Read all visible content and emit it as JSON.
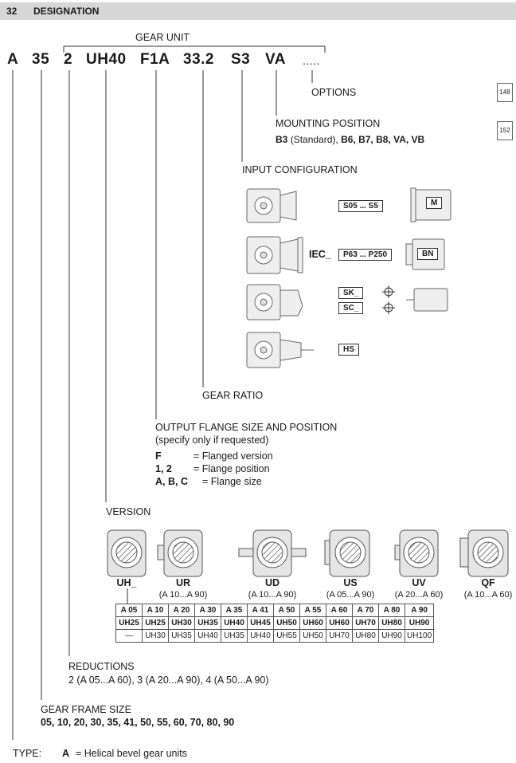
{
  "header": {
    "number": "32",
    "title": "DESIGNATION"
  },
  "gear_unit_label": "GEAR UNIT",
  "code": [
    "A",
    "35",
    "2",
    "UH40",
    "F1A",
    "33.2",
    "S3",
    "VA",
    "....."
  ],
  "options": {
    "label": "OPTIONS",
    "page_ref": "148"
  },
  "mounting": {
    "label": "MOUNTING POSITION",
    "page_ref": "152",
    "b3": "B3",
    "standard": "(Standard),",
    "rest": "B6, B7, B8, VA, VB"
  },
  "input_config": {
    "label": "INPUT CONFIGURATION",
    "rows": [
      {
        "prefix": "",
        "box": "S05 ... S5",
        "motor": "M"
      },
      {
        "prefix": "IEC_",
        "box": "P63 ... P250",
        "motor": "BN"
      },
      {
        "prefix": "",
        "box": "SK_",
        "motor": ""
      },
      {
        "prefix": "",
        "box": "SC_",
        "motor": ""
      },
      {
        "prefix": "",
        "box": "HS",
        "motor": ""
      }
    ]
  },
  "gear_ratio_label": "GEAR RATIO",
  "output_flange": {
    "label": "OUTPUT FLANGE SIZE AND POSITION",
    "note": "(specify only if requested)",
    "lines": [
      {
        "key": "F",
        "value": "= Flanged version"
      },
      {
        "key": "1, 2",
        "value": "= Flange position"
      },
      {
        "key": "A, B, C",
        "value": "= Flange size"
      }
    ]
  },
  "version": {
    "label": "VERSION",
    "types": [
      {
        "name": "UH_",
        "range": ""
      },
      {
        "name": "UR",
        "range": "(A 10...A 90)"
      },
      {
        "name": "UD",
        "range": "(A 10...A 90)"
      },
      {
        "name": "US",
        "range": "(A 05...A 90)"
      },
      {
        "name": "UV",
        "range": "(A 20...A 60)"
      },
      {
        "name": "QF",
        "range": "(A 10...A 60)"
      }
    ],
    "table": [
      [
        "A 05",
        "A 10",
        "A 20",
        "A 30",
        "A 35",
        "A 41",
        "A 50",
        "A 55",
        "A 60",
        "A 70",
        "A 80",
        "A 90"
      ],
      [
        "UH25",
        "UH25",
        "UH30",
        "UH35",
        "UH40",
        "UH45",
        "UH50",
        "UH60",
        "UH60",
        "UH70",
        "UH80",
        "UH90"
      ],
      [
        "—",
        "UH30",
        "UH35",
        "UH40",
        "UH35",
        "UH40",
        "UH55",
        "UH50",
        "UH70",
        "UH80",
        "UH90",
        "UH100"
      ]
    ]
  },
  "reductions": {
    "label": "REDUCTIONS",
    "values": "2 (A 05...A 60), 3 (A 20...A 90), 4 (A 50...A 90)"
  },
  "frame_size": {
    "label": "GEAR FRAME SIZE",
    "values": "05, 10, 20, 30, 35, 41, 50, 55, 60, 70, 80, 90"
  },
  "type": {
    "label": "TYPE:",
    "key": "A",
    "value": "= Helical bevel gear units"
  }
}
